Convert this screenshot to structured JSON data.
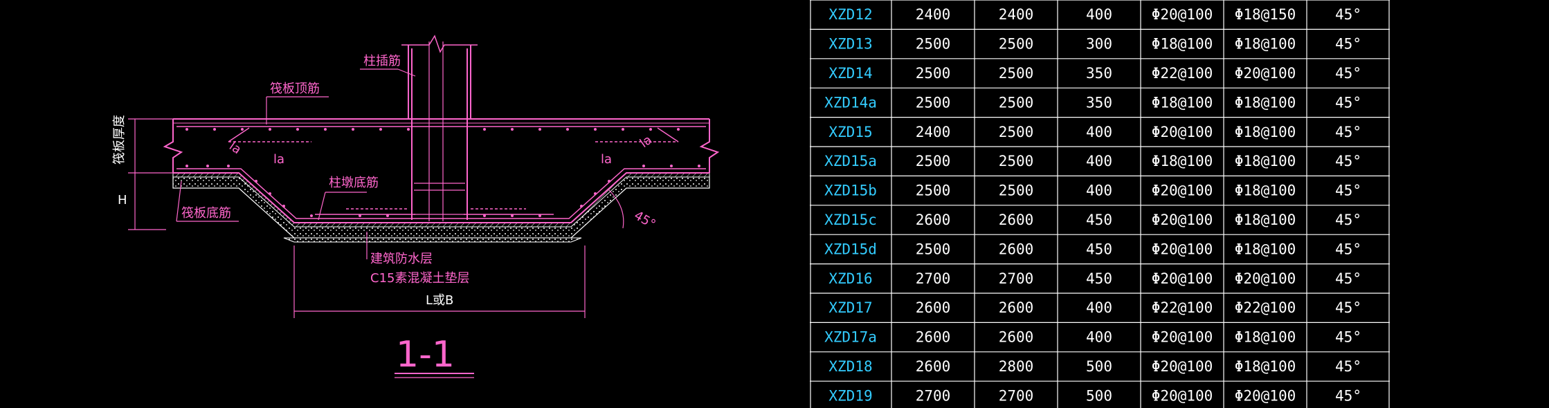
{
  "section_title": "1-1",
  "labels": {
    "raft_top_bar": "筏板顶筋",
    "column_insert_bar": "柱插筋",
    "raft_thickness": "筏板厚度",
    "la_left_1": "la",
    "la_left_2": "la",
    "la_right_1": "la",
    "la_right_2": "la",
    "pier_bottom_bar": "柱墩底筋",
    "raft_bottom_bar": "筏板底筋",
    "h": "H",
    "angle": "45°",
    "waterproof": "建筑防水层",
    "cushion": "C15素混凝土垫层",
    "dimension": "L或B"
  },
  "table": {
    "rows": [
      [
        "XZD12",
        "2400",
        "2400",
        "400",
        "Φ20@100",
        "Φ18@150",
        "45°"
      ],
      [
        "XZD13",
        "2500",
        "2500",
        "300",
        "Φ18@100",
        "Φ18@100",
        "45°"
      ],
      [
        "XZD14",
        "2500",
        "2500",
        "350",
        "Φ22@100",
        "Φ20@100",
        "45°"
      ],
      [
        "XZD14a",
        "2500",
        "2500",
        "350",
        "Φ18@100",
        "Φ18@100",
        "45°"
      ],
      [
        "XZD15",
        "2400",
        "2500",
        "400",
        "Φ20@100",
        "Φ18@100",
        "45°"
      ],
      [
        "XZD15a",
        "2500",
        "2500",
        "400",
        "Φ18@100",
        "Φ18@100",
        "45°"
      ],
      [
        "XZD15b",
        "2500",
        "2500",
        "400",
        "Φ20@100",
        "Φ18@100",
        "45°"
      ],
      [
        "XZD15c",
        "2600",
        "2600",
        "450",
        "Φ20@100",
        "Φ18@100",
        "45°"
      ],
      [
        "XZD15d",
        "2500",
        "2600",
        "450",
        "Φ20@100",
        "Φ18@100",
        "45°"
      ],
      [
        "XZD16",
        "2700",
        "2700",
        "450",
        "Φ20@100",
        "Φ20@100",
        "45°"
      ],
      [
        "XZD17",
        "2600",
        "2600",
        "400",
        "Φ22@100",
        "Φ22@100",
        "45°"
      ],
      [
        "XZD17a",
        "2600",
        "2600",
        "400",
        "Φ20@100",
        "Φ18@100",
        "45°"
      ],
      [
        "XZD18",
        "2600",
        "2800",
        "500",
        "Φ20@100",
        "Φ18@100",
        "45°"
      ],
      [
        "XZD19",
        "2700",
        "2700",
        "500",
        "Φ20@100",
        "Φ20@100",
        "45°"
      ]
    ]
  },
  "colors": {
    "background": "#000000",
    "drawing_line": "#ff66cc",
    "concrete": "#ffffff",
    "table_grid": "#ffffff",
    "id_text": "#33ccff",
    "value_text": "#ffffff"
  }
}
